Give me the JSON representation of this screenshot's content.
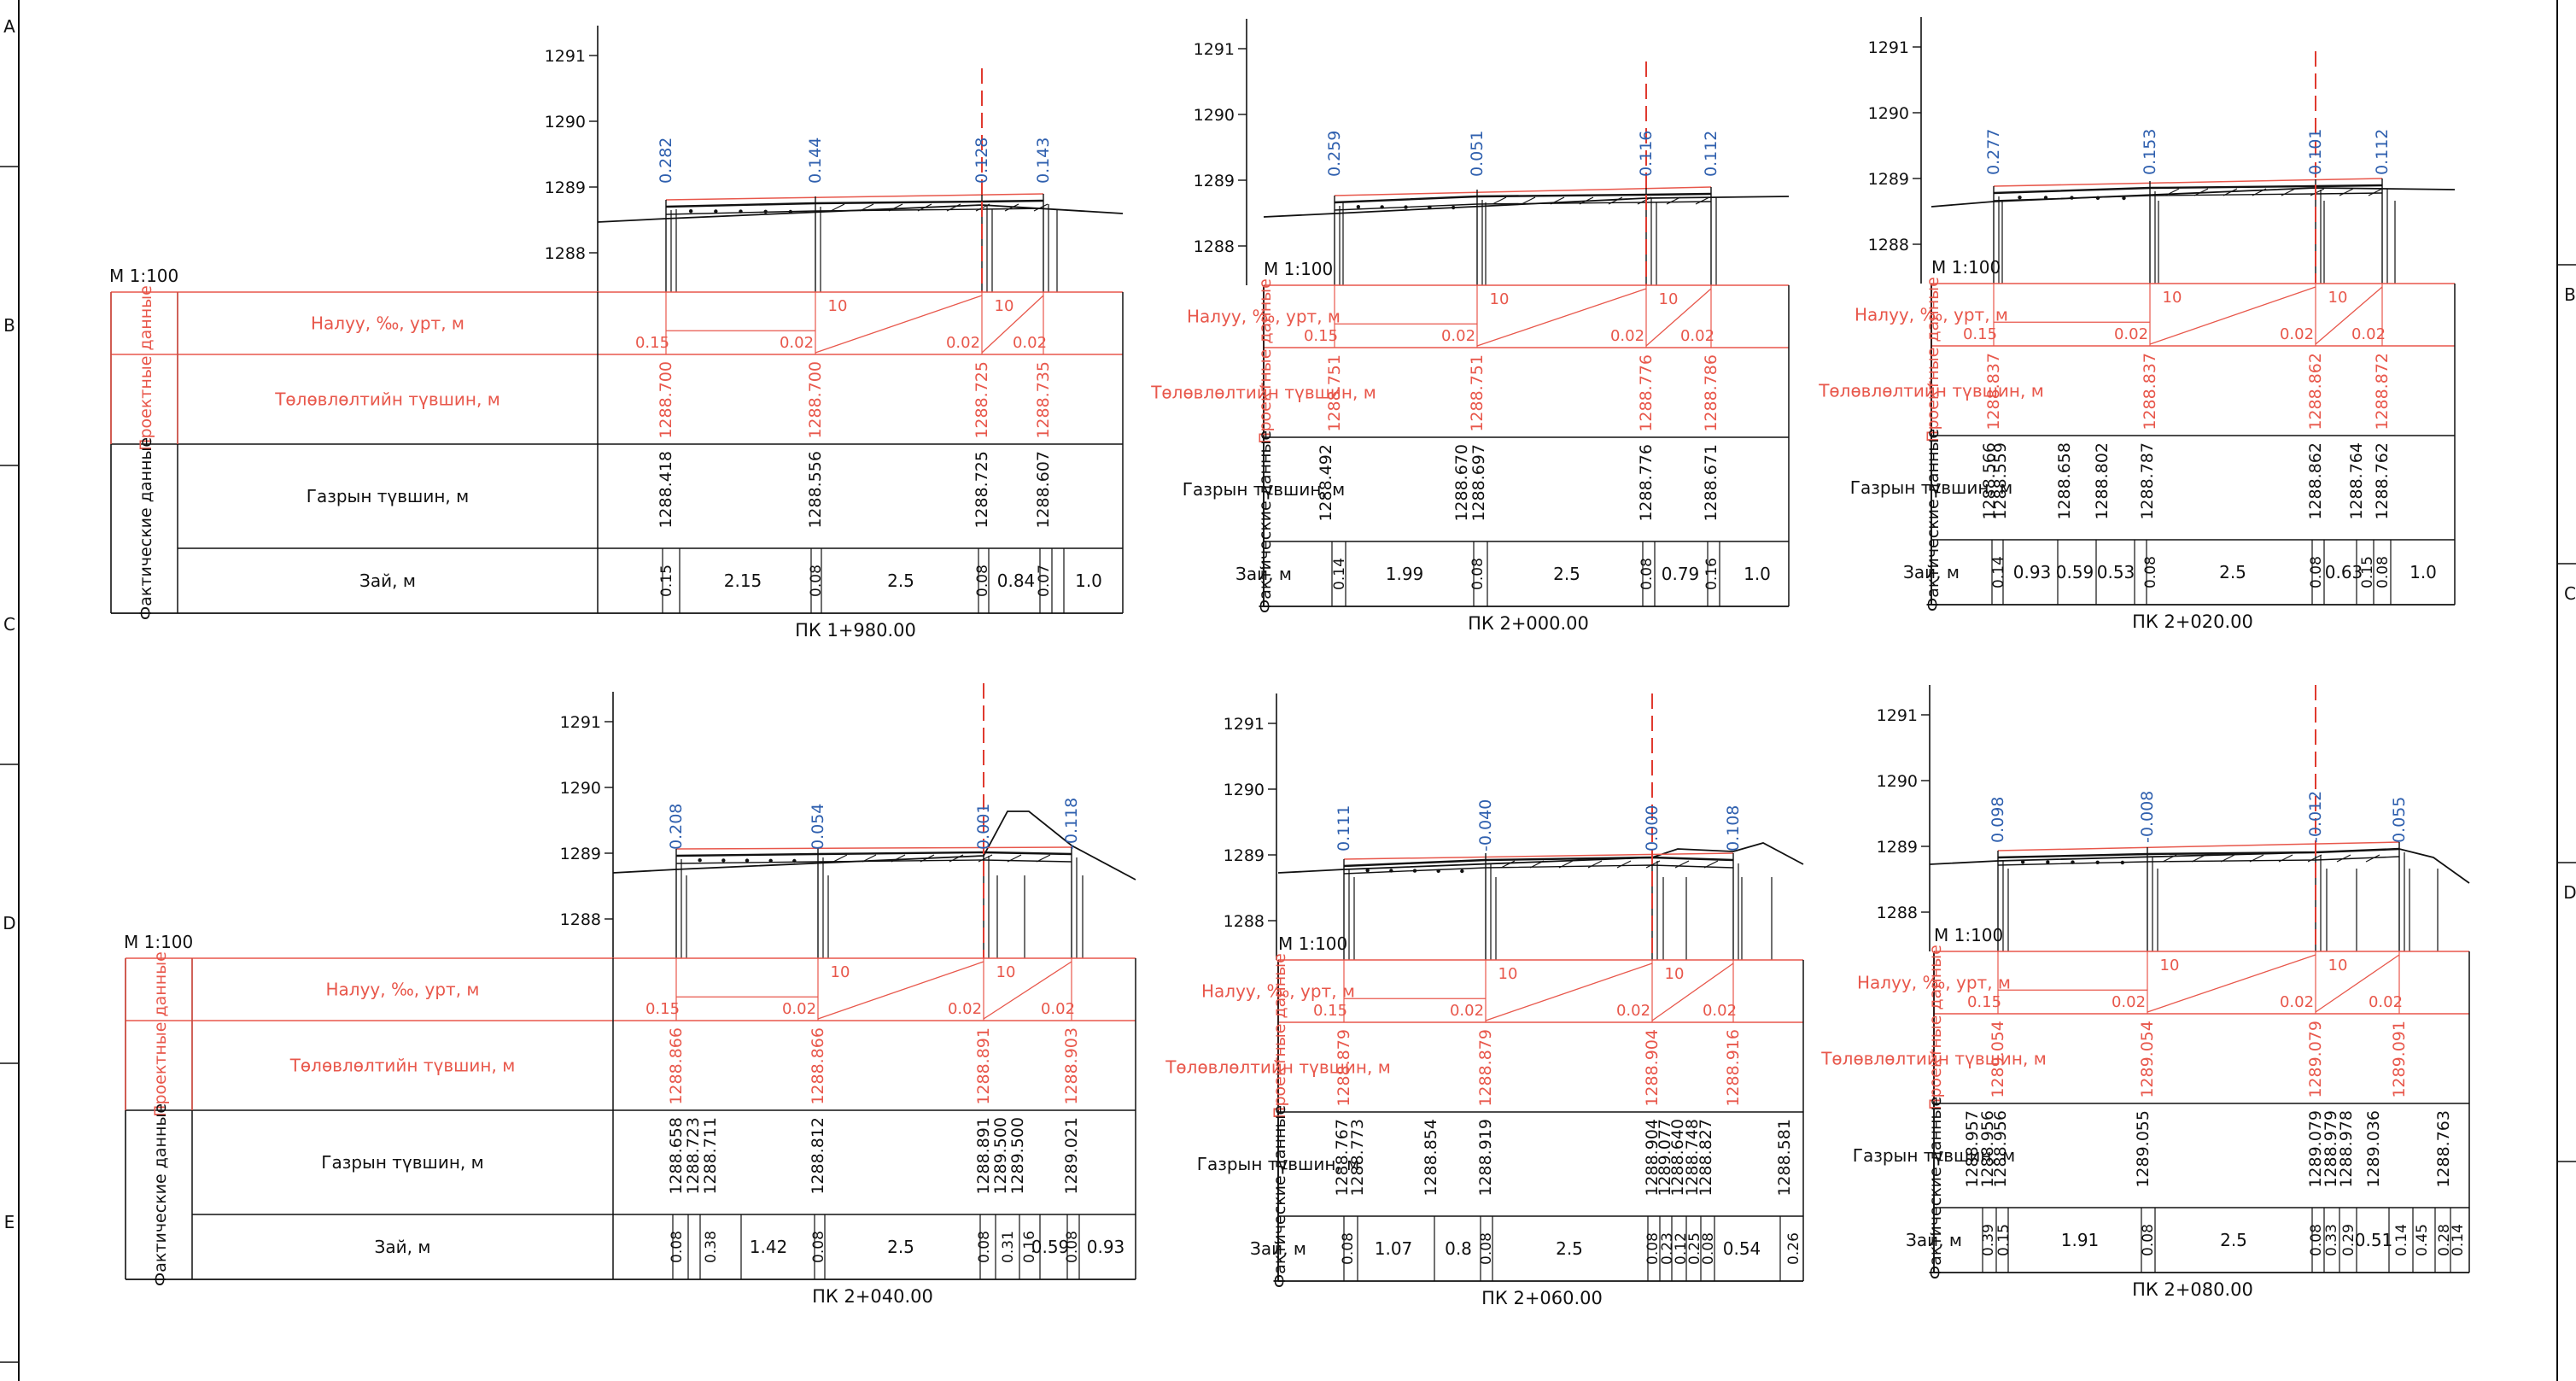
{
  "border": {
    "left_letters": [
      "A",
      "B",
      "C",
      "D",
      "E"
    ],
    "right_letters": [
      "B",
      "C",
      "D"
    ]
  },
  "common": {
    "scale_label": "M 1:100",
    "group_design": "Проектные данные",
    "group_actual": "Фактические данные",
    "row_slope": "Налуу, ‰, урт, м",
    "row_design_level": "Төлөвлөлтийн түвшин, м",
    "row_ground": "Газрын түвшин, м",
    "row_distance": "Зай, м",
    "slope_vals": [
      "0.15",
      "0.02",
      "10",
      "0.02",
      "10",
      "0.02"
    ],
    "elev_ticks": [
      "1291",
      "1290",
      "1289",
      "1288"
    ]
  },
  "sections": [
    {
      "id": "s1",
      "chainage": "ПК 1+980.00",
      "cut_fill": [
        "0.282",
        "0.144",
        "0.128",
        "0.143"
      ],
      "design_levels": [
        "1288.700",
        "1288.700",
        "1288.725",
        "1288.735"
      ],
      "ground_levels": [
        "1288.418",
        "1288.556",
        "1288.725",
        "1288.607"
      ],
      "distances": [
        "0.15",
        "2.15",
        "0.08",
        "2.5",
        "0.08",
        "0.84",
        "0.07",
        "1.0"
      ]
    },
    {
      "id": "s2",
      "chainage": "ПК 2+000.00",
      "cut_fill": [
        "0.259",
        "0.051",
        "0.116",
        "0.112"
      ],
      "design_levels": [
        "1288.751",
        "1288.751",
        "1288.776",
        "1288.786"
      ],
      "ground_levels": [
        "1288.492",
        "1288.670",
        "1288.697",
        "1288.776",
        "1288.671"
      ],
      "distances": [
        "0.14",
        "1.99",
        "0.08",
        "2.5",
        "0.08",
        "0.79",
        "0.16",
        "1.0"
      ]
    },
    {
      "id": "s3",
      "chainage": "ПК 2+020.00",
      "cut_fill": [
        "0.277",
        "0.153",
        "0.101",
        "0.112"
      ],
      "design_levels": [
        "1288.837",
        "1288.837",
        "1288.862",
        "1288.872"
      ],
      "ground_levels": [
        "1288.566",
        "1288.559",
        "1288.658",
        "1288.802",
        "1288.787",
        "1288.862",
        "1288.764",
        "1288.762"
      ],
      "distances": [
        "0.14",
        "0.93",
        "0.59",
        "0.53",
        "0.08",
        "2.5",
        "0.08",
        "0.63",
        "0.15",
        "0.08",
        "1.0"
      ]
    },
    {
      "id": "s4",
      "chainage": "ПК 2+040.00",
      "cut_fill": [
        "0.208",
        "0.054",
        "0.001",
        "-0.118"
      ],
      "design_levels": [
        "1288.866",
        "1288.866",
        "1288.891",
        "1288.903"
      ],
      "ground_levels": [
        "1288.658",
        "1288.723",
        "1288.711",
        "1288.812",
        "1288.891",
        "1289.500",
        "1289.500",
        "1289.021"
      ],
      "distances": [
        "0.08",
        "0.38",
        "1.42",
        "0.08",
        "2.5",
        "0.08",
        "0.31",
        "0.16",
        "0.59",
        "0.08",
        "0.93"
      ]
    },
    {
      "id": "s5",
      "chainage": "ПК 2+060.00",
      "cut_fill": [
        "0.111",
        "-0.040",
        "0.000",
        "0.108"
      ],
      "design_levels": [
        "1288.879",
        "1288.879",
        "1288.904",
        "1288.916"
      ],
      "ground_levels": [
        "1288.767",
        "1288.773",
        "1288.854",
        "1288.919",
        "1288.904",
        "1289.077",
        "1288.640",
        "1288.748",
        "1288.827",
        "1288.581"
      ],
      "distances": [
        "0.08",
        "1.07",
        "0.8",
        "0.08",
        "2.5",
        "0.08",
        "0.23",
        "0.12",
        "0.25",
        "0.08",
        "0.54",
        "0.26"
      ]
    },
    {
      "id": "s6",
      "chainage": "ПК 2+080.00",
      "cut_fill": [
        "0.098",
        "-0.008",
        "-0.012",
        "0.055"
      ],
      "design_levels": [
        "1289.054",
        "1289.054",
        "1289.079",
        "1289.091"
      ],
      "ground_levels": [
        "1288.957",
        "1288.956",
        "1288.956",
        "1289.055",
        "1289.079",
        "1288.979",
        "1288.978",
        "1289.036",
        "1288.763"
      ],
      "distances": [
        "0.39",
        "0.15",
        "1.91",
        "0.08",
        "2.5",
        "0.08",
        "0.33",
        "0.29",
        "0.51",
        "0.14",
        "0.45",
        "0.28",
        "0.14"
      ]
    }
  ],
  "colors": {
    "ink": "#111111",
    "design_red": "#e8574b",
    "cutfill_blue": "#2e5fae",
    "centerline_red": "#e03a2f"
  }
}
